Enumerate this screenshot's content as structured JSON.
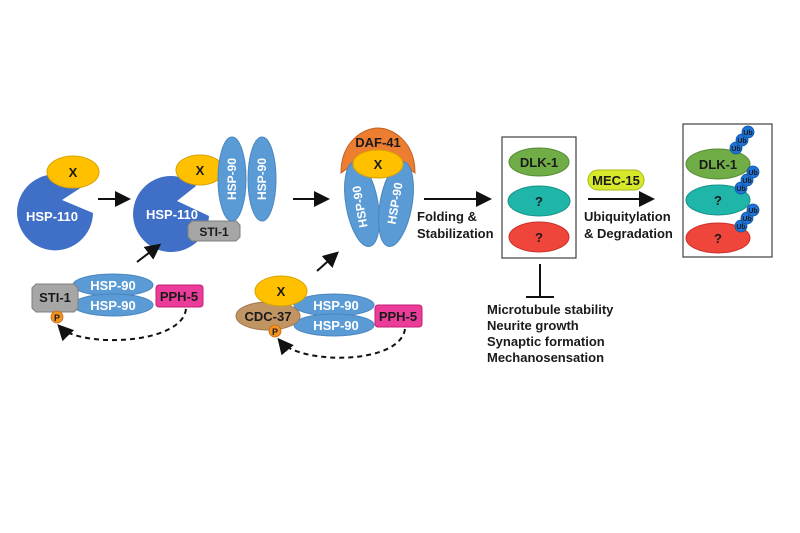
{
  "figure": {
    "stage1": {
      "client_label": "X",
      "hsp110_label": "HSP-110"
    },
    "stage2": {
      "client_label": "X",
      "hsp110_label": "HSP-110",
      "hsp90_labels": [
        "HSP-90",
        "HSP-90"
      ],
      "sti1_label": "STI-1"
    },
    "stage3": {
      "cochaperone_label": "DAF-41",
      "client_label": "X",
      "hsp90_labels": [
        "HSP-90",
        "HSP-90"
      ]
    },
    "cycle_sti1": {
      "sti1_label": "STI-1",
      "phospho_label": "P",
      "hsp90_labels": [
        "HSP-90",
        "HSP-90"
      ],
      "phosphatase_label": "PPH-5"
    },
    "cycle_cdc37": {
      "client_label": "X",
      "cdc37_label": "CDC-37",
      "phospho_label": "P",
      "hsp90_labels": [
        "HSP-90",
        "HSP-90"
      ],
      "phosphatase_label": "PPH-5"
    },
    "folding": {
      "step_label_line1": "Folding &",
      "step_label_line2": "Stabilization"
    },
    "clients_box": {
      "items": [
        "DLK-1",
        "?",
        "?"
      ]
    },
    "degradation": {
      "e3_label": "MEC-15",
      "step_label_line1": "Ubiquitylation",
      "step_label_line2": "& Degradation"
    },
    "ubiquitinated_box": {
      "items": [
        "DLK-1",
        "?",
        "?"
      ],
      "ub_label": "Ub"
    },
    "outcomes": {
      "items": [
        "Microtubule stability",
        "Neurite growth",
        "Synaptic formation",
        "Mechanosensation"
      ]
    },
    "colors": {
      "hsp110": "#3f6fc6",
      "hsp90": "#5b9bd5",
      "client_x": "#ffc000",
      "sti1": "#a6a6a6",
      "pph5": "#ec3c9a",
      "cdc37": "#c09463",
      "phospho": "#f39220",
      "daf41": "#ed7d31",
      "dlk1": "#70ad47",
      "unknown_teal": "#1fb5a8",
      "unknown_red": "#f0453a",
      "mec15": "#d7e82a",
      "ubiquitin": "#1e73d8"
    }
  }
}
